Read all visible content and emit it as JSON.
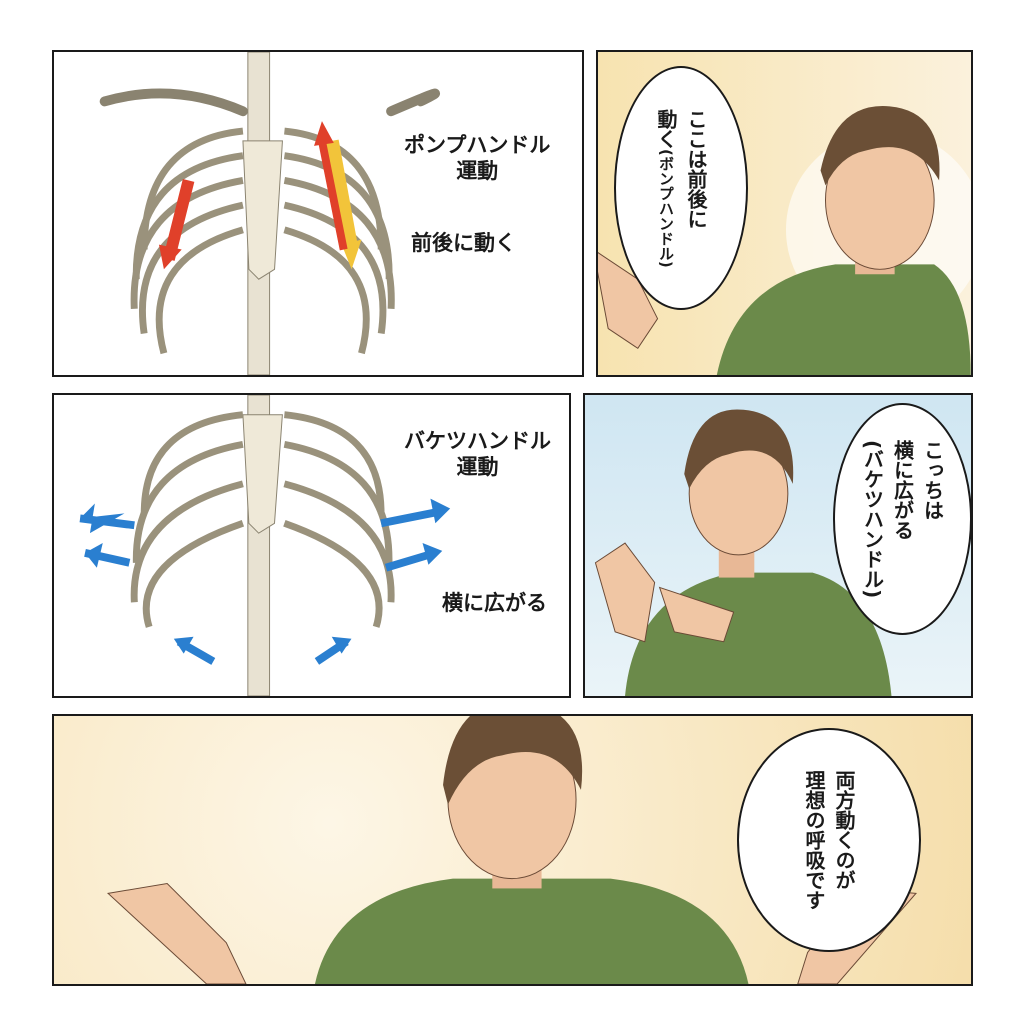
{
  "panel1": {
    "title_line1": "ポンプハンドル",
    "title_line2": "運動",
    "arrow_label": "前後に動く"
  },
  "panel2": {
    "bubble_line1": "ここは前後に",
    "bubble_line2": "動く",
    "bubble_line2_small": "(ボンプハンドル)"
  },
  "panel3": {
    "title_line1": "バケツハンドル",
    "title_line2": "運動",
    "arrow_label": "横に広がる"
  },
  "panel4": {
    "bubble_line1": "こっちは",
    "bubble_line2": "横に広がる",
    "bubble_line3": "(バケツハンドル)"
  },
  "panel5": {
    "bubble_line1": "両方動くのが",
    "bubble_line2": "理想の呼吸です"
  },
  "colors": {
    "red_arrow": "#e0402a",
    "yellow_arrow": "#f2c43a",
    "blue_arrow": "#2a7fd0",
    "shirt": "#6b8a4a",
    "warm_bg": "#f7e3b0",
    "sky_bg": "#cfe6f2"
  }
}
